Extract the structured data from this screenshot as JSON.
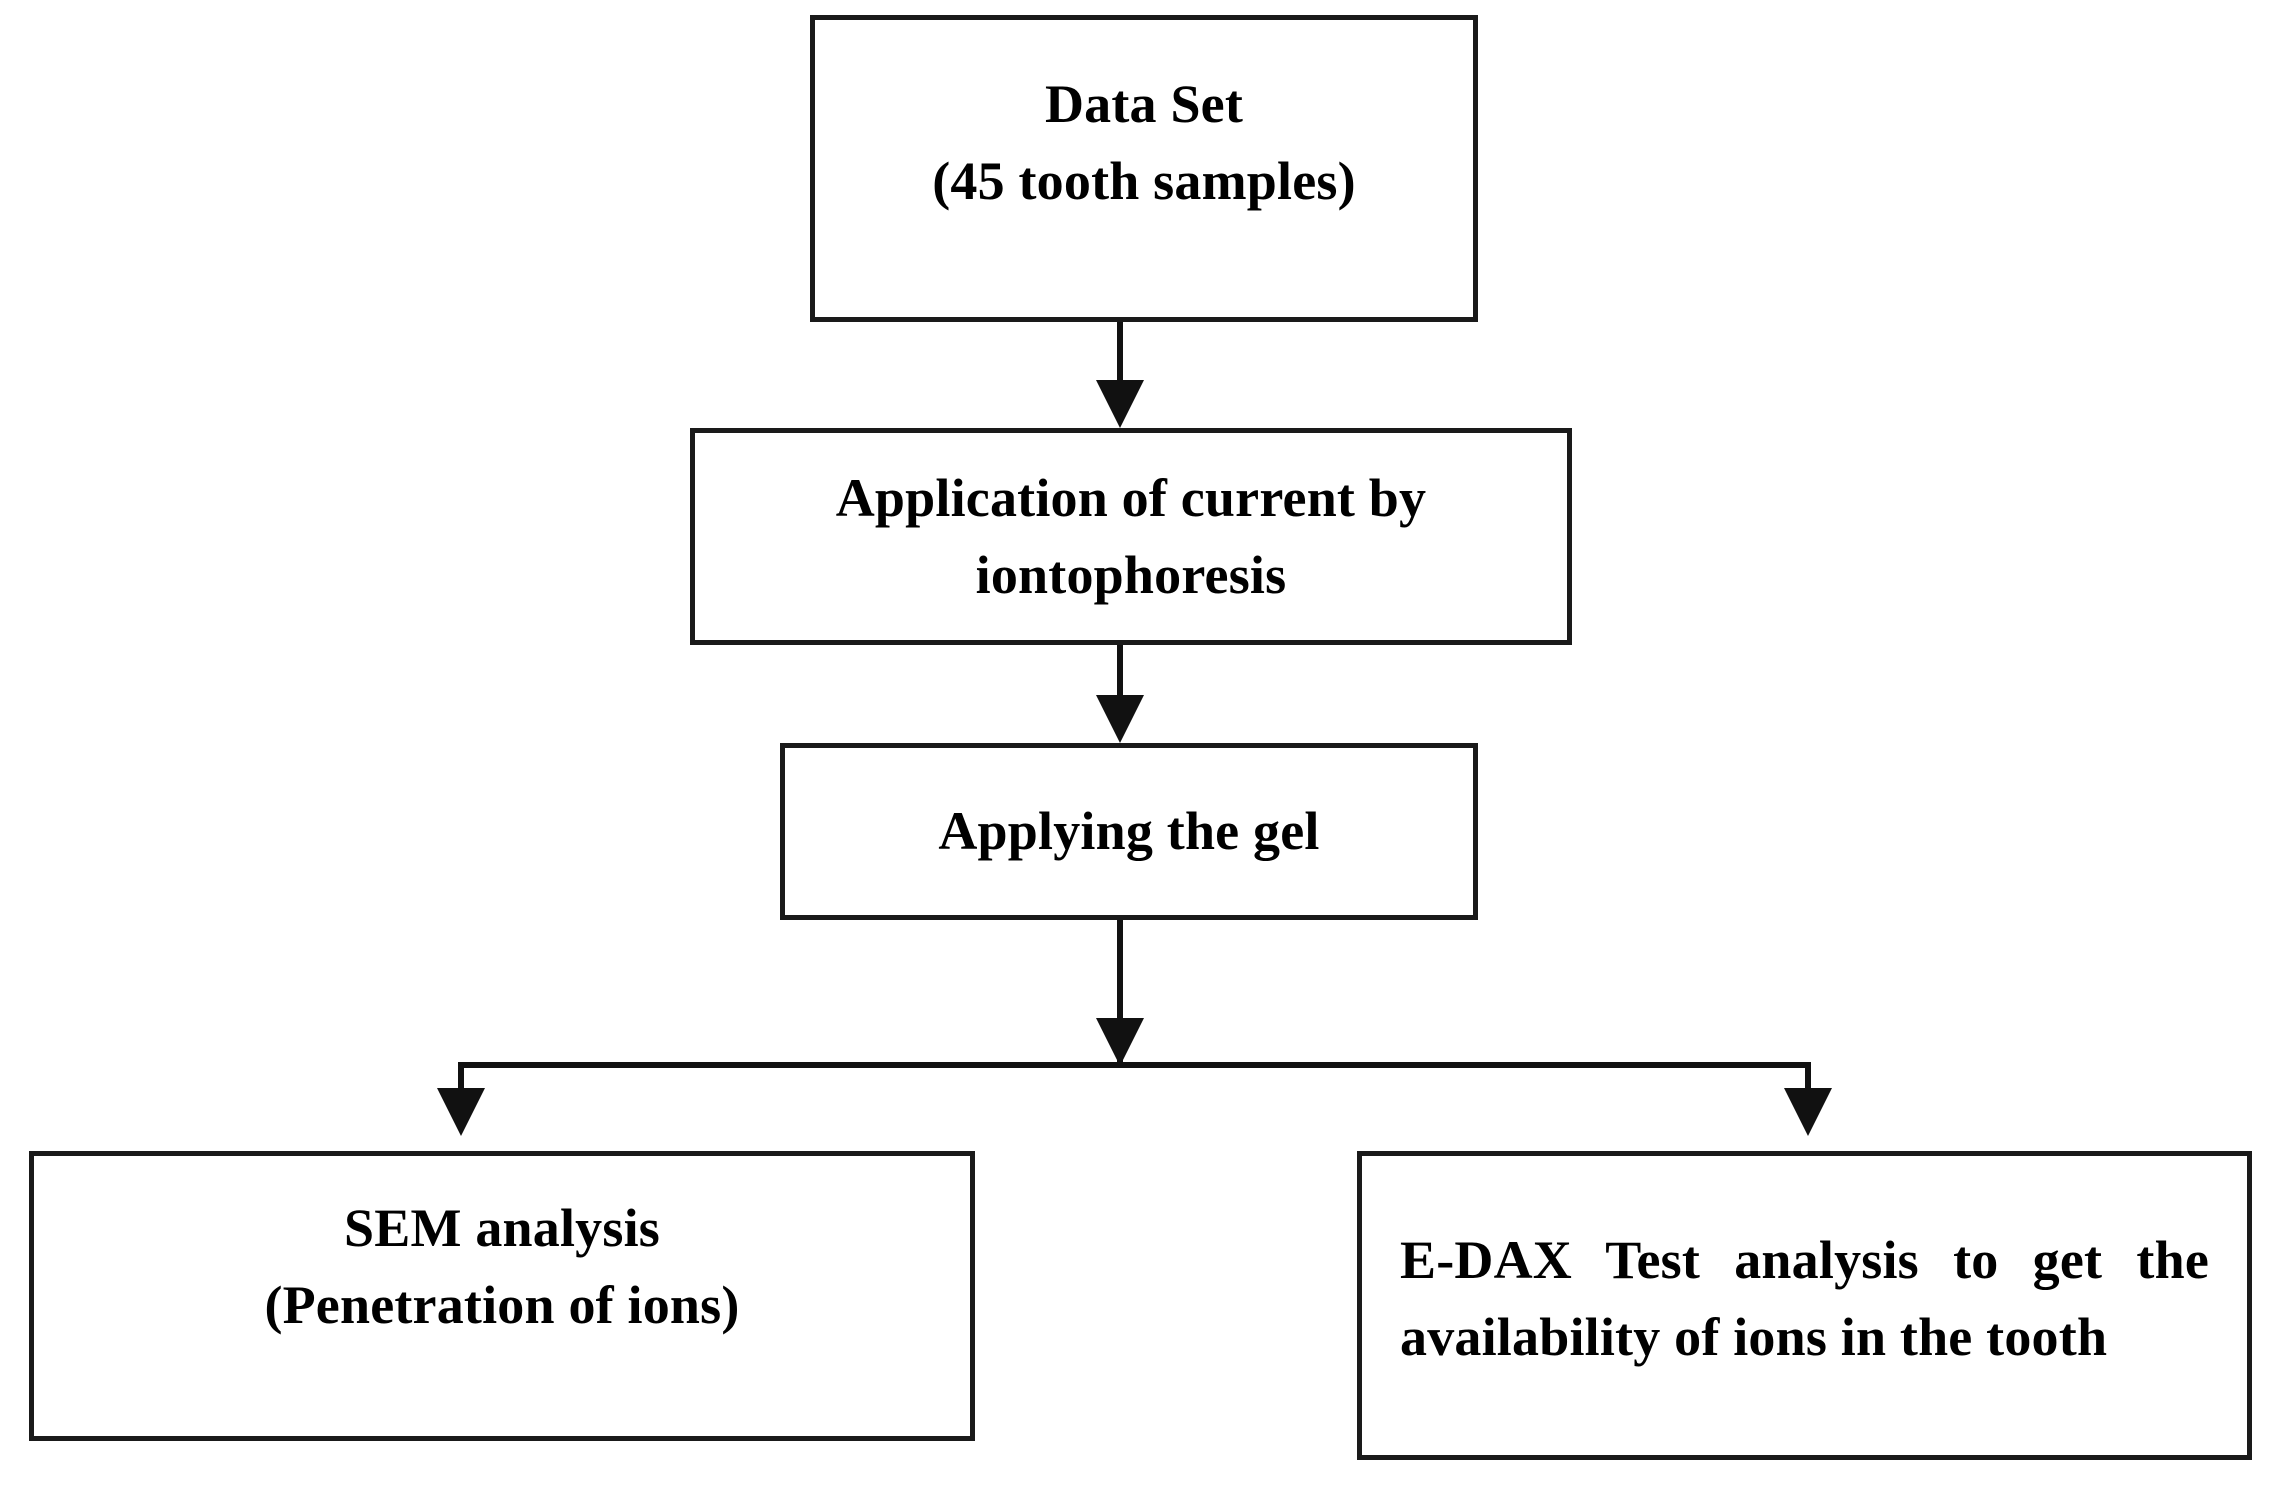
{
  "diagram": {
    "title": "Study workflow flowchart",
    "background_color": "#ffffff",
    "line_color": "#111111",
    "text_color": "#000000",
    "nodes": [
      {
        "id": "dataset",
        "name": "data-set-node",
        "line1": "Data Set",
        "line2": "(45 tooth samples)",
        "align": "center"
      },
      {
        "id": "current",
        "name": "application-of-current-node",
        "line1": "Application of current by",
        "line2": "iontophoresis",
        "align": "center"
      },
      {
        "id": "gel",
        "name": "applying-the-gel-node",
        "line1": "Applying the gel",
        "align": "center"
      },
      {
        "id": "sem",
        "name": "sem-analysis-node",
        "line1": "SEM analysis",
        "line2": "(Penetration of ions)",
        "align": "center"
      },
      {
        "id": "edax",
        "name": "edax-test-analysis-node",
        "line1": "E-DAX Test analysis to get the availability of ions in the tooth",
        "align": "justify"
      }
    ],
    "connectors": [
      {
        "from": "dataset",
        "to": "current",
        "type": "arrow-down"
      },
      {
        "from": "current",
        "to": "gel",
        "type": "arrow-down"
      },
      {
        "from": "gel",
        "to": "split",
        "type": "arrow-down"
      },
      {
        "from": "split",
        "to": "sem",
        "type": "arrow-down-left-branch"
      },
      {
        "from": "split",
        "to": "edax",
        "type": "arrow-down-right-branch"
      }
    ]
  }
}
